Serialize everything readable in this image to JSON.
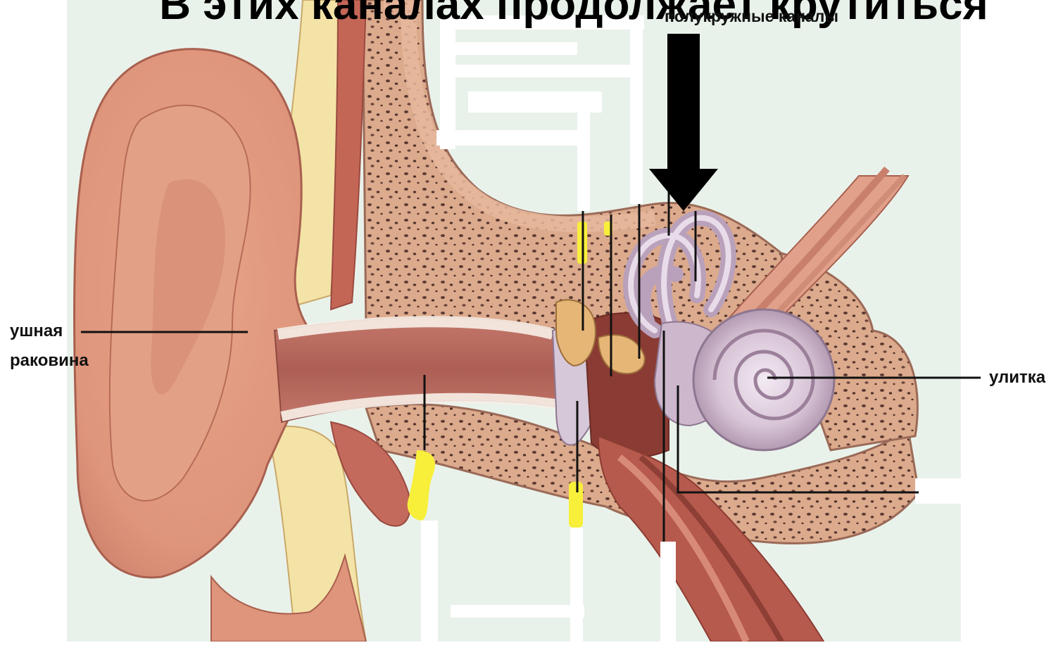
{
  "title": "В этих каналах продолжает крутиться",
  "labels": {
    "semicircular_canals": "полукружные каналы",
    "auricle_line1": "ушная",
    "auricle_line2": "раковина",
    "cochlea": "улитка"
  },
  "colors": {
    "background": "#e9f2ea",
    "skin": "#e8a98b",
    "skin_dark": "#c97a66",
    "bone": "#dba98a",
    "bone_spots": "#5a3a33",
    "cartilage": "#f4e3a6",
    "canal": "#b96a5f",
    "inner_ear": "#c9b2c8",
    "muscle": "#b75a4f",
    "highlight": "#f7ef3a",
    "arrow": "#000000",
    "blank_box": "#ffffff"
  }
}
